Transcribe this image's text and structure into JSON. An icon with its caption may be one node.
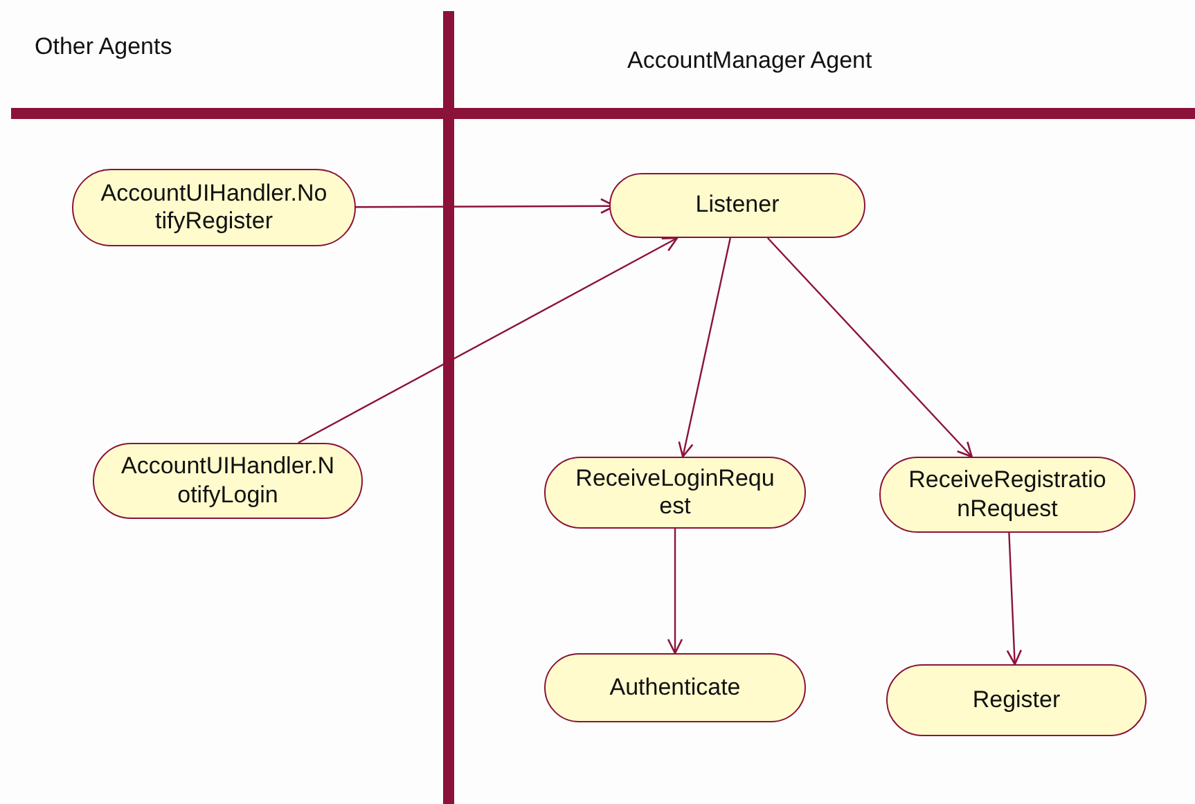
{
  "diagram": {
    "nodes": [
      {
        "text": [
          "Other Agents"
        ]
      },
      {
        "text": [
          "AccountManager Agent"
        ]
      },
      {
        "text": [
          "AccountUIHandler.NotifyRegister"
        ],
        "in": 0
      },
      {
        "text": [
          "AccountUIHandler.NotifyLogin"
        ],
        "in": 0
      },
      {
        "text": [
          "Listener"
        ],
        "in": 1
      },
      {
        "text": [
          "ReceiveLoginRequest"
        ],
        "in": 1
      },
      {
        "text": [
          "ReceiveRegistrationRequest"
        ],
        "in": 1
      },
      {
        "text": [
          "Authenticate"
        ],
        "in": 1
      },
      {
        "text": [
          "Register"
        ],
        "in": 1
      }
    ],
    "edges": [
      {
        "from": 2,
        "to": 4,
        "arrow": "to"
      },
      {
        "from": 3,
        "to": 4,
        "arrow": "to"
      },
      {
        "from": 4,
        "to": 5,
        "arrow": "to"
      },
      {
        "from": 4,
        "to": 6,
        "arrow": "to"
      },
      {
        "from": 5,
        "to": 7,
        "arrow": "to"
      },
      {
        "from": 6,
        "to": 8,
        "arrow": "to"
      }
    ]
  }
}
